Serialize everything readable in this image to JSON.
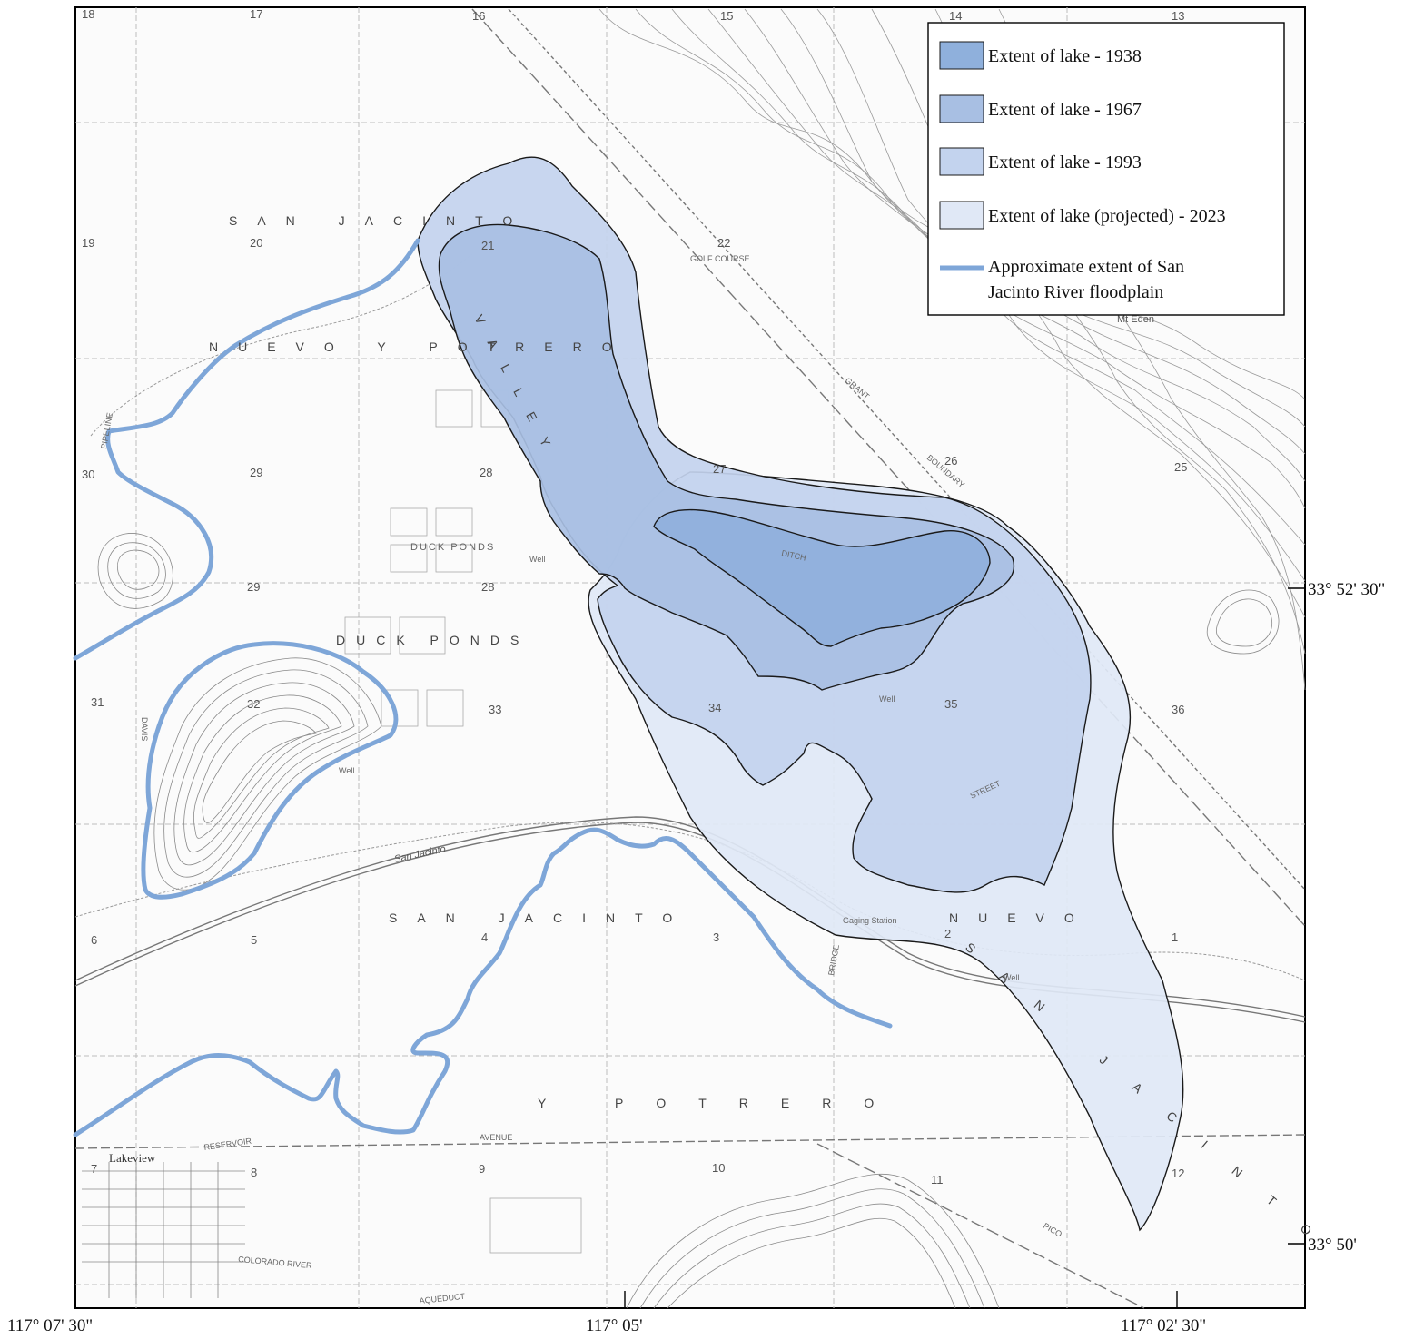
{
  "legend": {
    "items": [
      {
        "label": "Extent of lake - 1938",
        "color": "#8fb0dc"
      },
      {
        "label": "Extent of lake - 1967",
        "color": "#a8bfe3"
      },
      {
        "label": "Extent of lake - 1993",
        "color": "#c3d3ee"
      },
      {
        "label": "Extent of lake (projected) - 2023",
        "color": "#e0e8f6"
      }
    ],
    "floodplain_line1": "Approximate extent of San",
    "floodplain_line2": "Jacinto River floodplain",
    "floodplain_color": "#7ea6d8"
  },
  "coordinates": {
    "lon_left": "117° 07' 30\"",
    "lon_mid": "117° 05'",
    "lon_right": "117° 02' 30\"",
    "lat_upper": "33° 52' 30\"",
    "lat_lower": "33° 50'"
  },
  "sections": [
    "18",
    "17",
    "16",
    "15",
    "14",
    "13",
    "19",
    "20",
    "21",
    "22",
    "30",
    "29",
    "28",
    "27",
    "26",
    "25",
    "29",
    "28",
    "31",
    "32",
    "33",
    "34",
    "35",
    "36",
    "6",
    "5",
    "4",
    "3",
    "2",
    "1",
    "7",
    "8",
    "9",
    "10",
    "11",
    "12"
  ],
  "place_names": {
    "san_jacinto_top": "SAN JACINTO",
    "nuevo_potrero": "NUEVO Y POTRERO",
    "valley": "VALLEY",
    "duck_ponds": "DUCK PONDS",
    "duck_ponds_small": "DUCK PONDS",
    "san_jacinto_bottom": "SAN JACINTO",
    "nuevo": "NUEVO",
    "y_potrero": "Y POTRERO",
    "san_jacinto_diag": "SAN JACINTO",
    "lakeview": "Lakeview",
    "mt_eden": "Mt Eden",
    "gaging_station": "Gaging Station",
    "golf_course": "GOLF COURSE",
    "reservoir": "RESERVOIR",
    "avenue": "AVENUE",
    "colorado_river": "COLORADO RIVER",
    "aqueduct": "AQUEDUCT",
    "pico": "PICO",
    "davis": "DAVIS",
    "pipeline": "PIPELINE",
    "ditch": "DITCH",
    "street": "STREET",
    "bridge": "BRIDGE",
    "boundary": "BOUNDARY",
    "grant": "GRANT",
    "san_jacinto_river": "San Jacinto",
    "well": "Well"
  }
}
